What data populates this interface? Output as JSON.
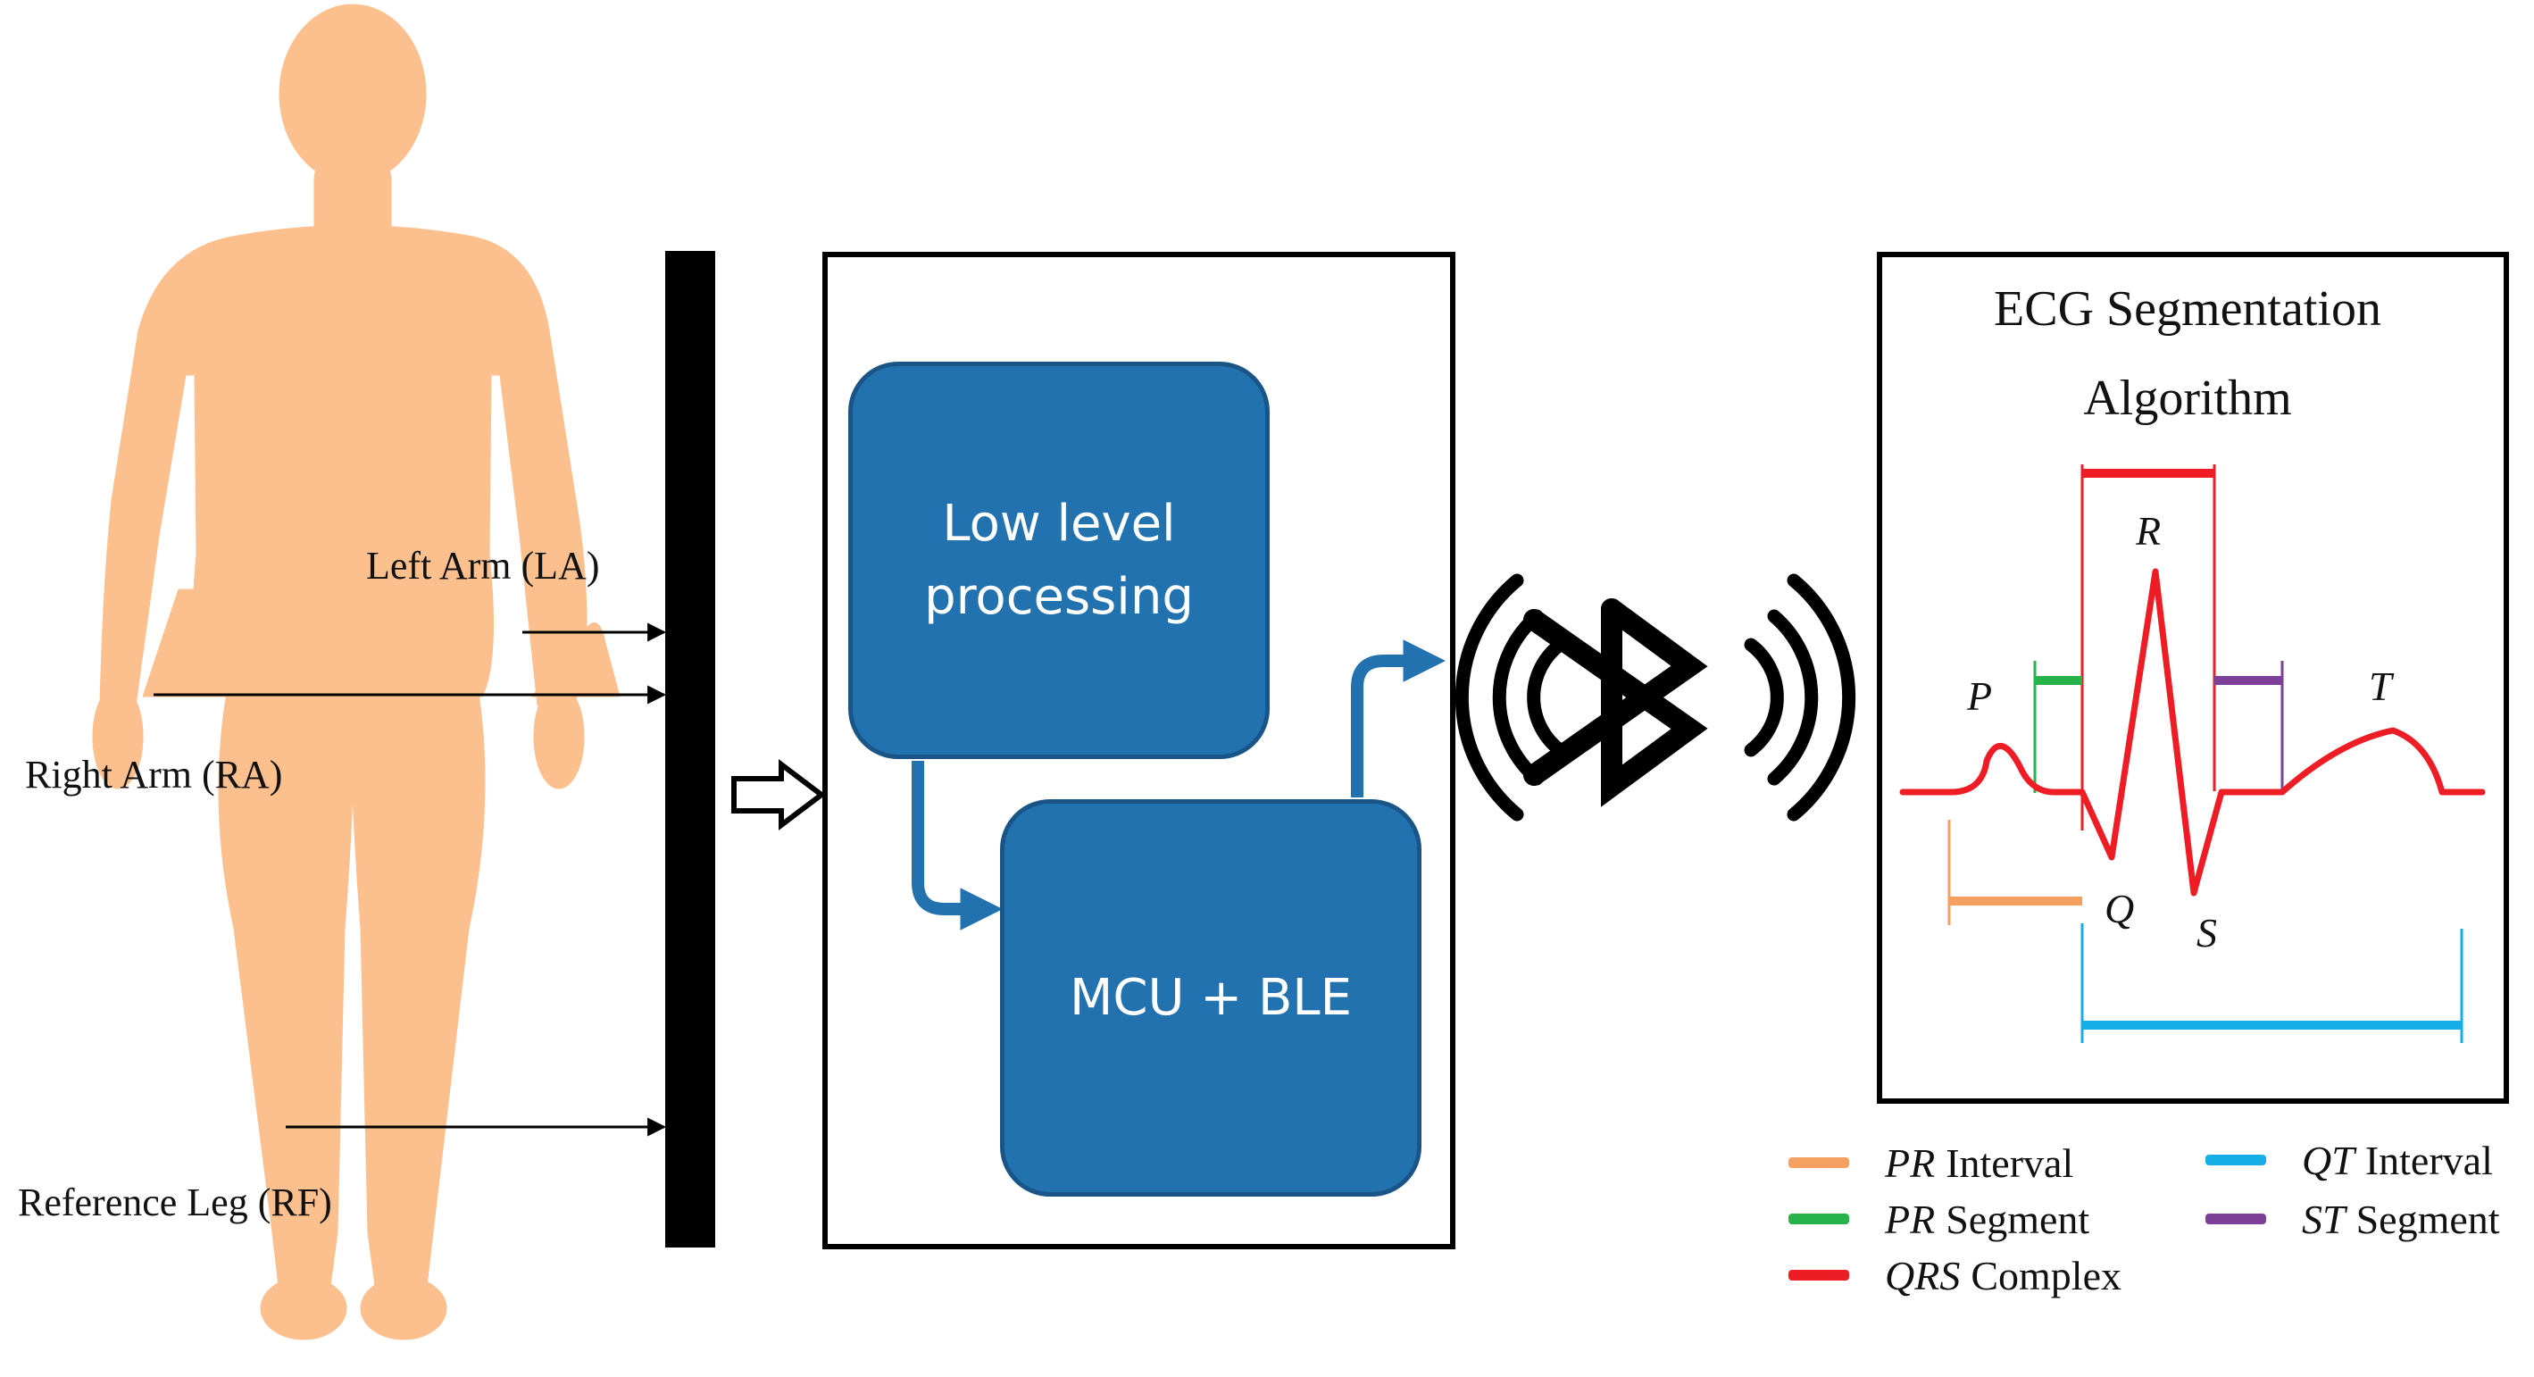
{
  "leads": {
    "left_arm": "Left Arm (LA)",
    "right_arm": "Right Arm (RA)",
    "reference_leg": "Reference Leg (RF)"
  },
  "blocks": {
    "low_level": "Low level processing",
    "mcu": "MCU + BLE"
  },
  "ecg": {
    "title_line1": "ECG Segmentation",
    "title_line2": "Algorithm",
    "waves": {
      "p": "P",
      "q": "Q",
      "r": "R",
      "s": "S",
      "t": "T"
    }
  },
  "legend": [
    {
      "id": "pr-interval",
      "symbol": "PR",
      "text": "Interval",
      "color": "#f4a060"
    },
    {
      "id": "pr-segment",
      "symbol": "PR",
      "text": "Segment",
      "color": "#27b24a"
    },
    {
      "id": "qrs-complex",
      "symbol": "QRS",
      "text": "Complex",
      "color": "#ee1c25"
    },
    {
      "id": "qt-interval",
      "symbol": "QT",
      "text": "Interval",
      "color": "#16aee6"
    },
    {
      "id": "st-segment",
      "symbol": "ST",
      "text": "Segment",
      "color": "#7e3f98"
    }
  ],
  "colors": {
    "skin": "#fcc08e",
    "block_fill": "#2372b0",
    "block_border": "#1a5587",
    "ecg_trace": "#ee1c25",
    "electrode_bar": "#000000"
  },
  "icons": {
    "wireless": "bluetooth-icon",
    "flow": "hollow-right-arrow-icon"
  }
}
